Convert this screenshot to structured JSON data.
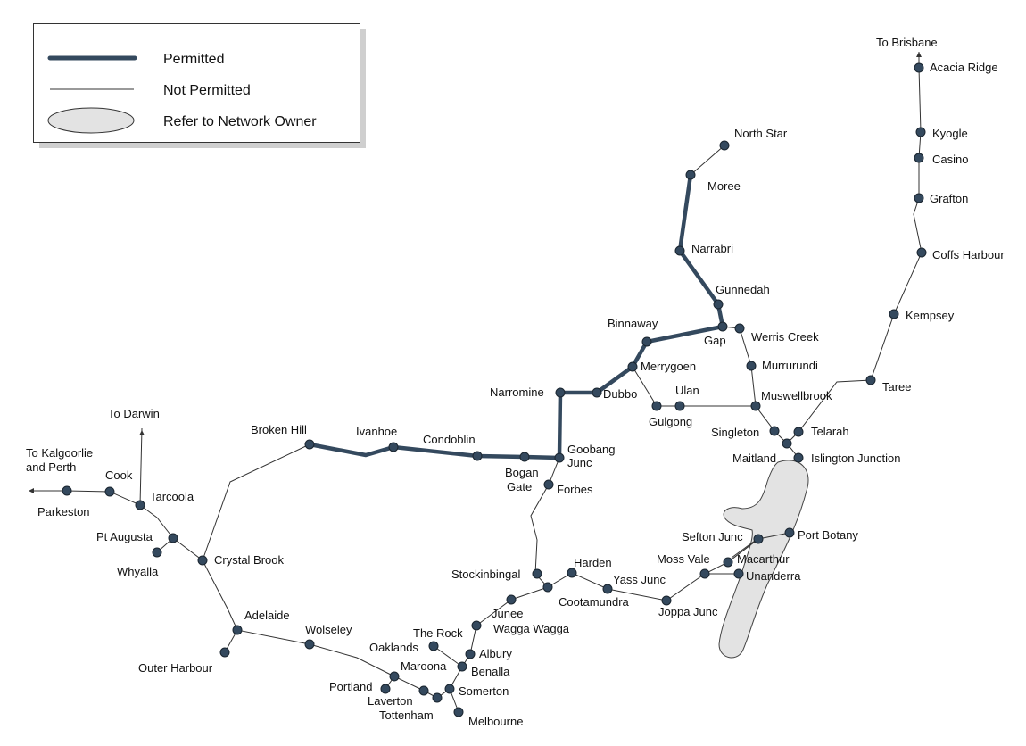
{
  "colors": {
    "permitted": "#34495e",
    "not_permitted": "#333333",
    "node_fill": "#34495e",
    "refer_fill": "#e3e3e3",
    "legend_shadow": "#cfcfcf"
  },
  "legend": {
    "permitted_label": "Permitted",
    "not_permitted_label": "Not Permitted",
    "refer_label": "Refer to Network Owner"
  },
  "stations": {
    "acacia_ridge": "Acacia Ridge",
    "kyogle": "Kyogle",
    "casino": "Casino",
    "grafton": "Grafton",
    "coffs_harbour": "Coffs Harbour",
    "kempsey": "Kempsey",
    "taree": "Taree",
    "north_star": "North Star",
    "moree": "Moree",
    "narrabri": "Narrabri",
    "gunnedah": "Gunnedah",
    "gap": "Gap",
    "werris_creek": "Werris Creek",
    "murrurundi": "Murrurundi",
    "muswellbrook": "Muswellbrook",
    "binnaway": "Binnaway",
    "merrygoen": "Merrygoen",
    "ulan": "Ulan",
    "gulgong": "Gulgong",
    "narromine": "Narromine",
    "dubbo": "Dubbo",
    "singleton": "Singleton",
    "telarah": "Telarah",
    "maitland": "Maitland",
    "islington_junction": "Islington Junction",
    "broken_hill": "Broken Hill",
    "ivanhoe": "Ivanhoe",
    "condoblin": "Condoblin",
    "goobang_junc_1": "Goobang",
    "goobang_junc_2": "Junc",
    "bogan_gate_1": "Bogan",
    "bogan_gate_2": "Gate",
    "forbes": "Forbes",
    "sefton_junc": "Sefton Junc",
    "port_botany": "Port Botany",
    "moss_vale": "Moss Vale",
    "macarthur": "Macarthur",
    "unanderra": "Unanderra",
    "harden": "Harden",
    "yass_junc": "Yass Junc",
    "stockinbingal": "Stockinbingal",
    "cootamundra": "Cootamundra",
    "joppa_junc": "Joppa Junc",
    "junee": "Junee",
    "wagga_wagga": "Wagga Wagga",
    "the_rock": "The Rock",
    "albury": "Albury",
    "oaklands": "Oaklands",
    "benalla": "Benalla",
    "maroona": "Maroona",
    "somerton": "Somerton",
    "portland": "Portland",
    "laverton": "Laverton",
    "tottenham": "Tottenham",
    "melbourne": "Melbourne",
    "wolseley": "Wolseley",
    "adelaide": "Adelaide",
    "outer_harbour": "Outer Harbour",
    "crystal_brook": "Crystal Brook",
    "pt_augusta": "Pt Augusta",
    "whyalla": "Whyalla",
    "tarcoola": "Tarcoola",
    "cook": "Cook",
    "parkeston": "Parkeston"
  },
  "destinations": {
    "brisbane": "To Brisbane",
    "darwin": "To Darwin",
    "kalgoorlie_1": "To Kalgoorlie",
    "kalgoorlie_2": "and Perth"
  }
}
